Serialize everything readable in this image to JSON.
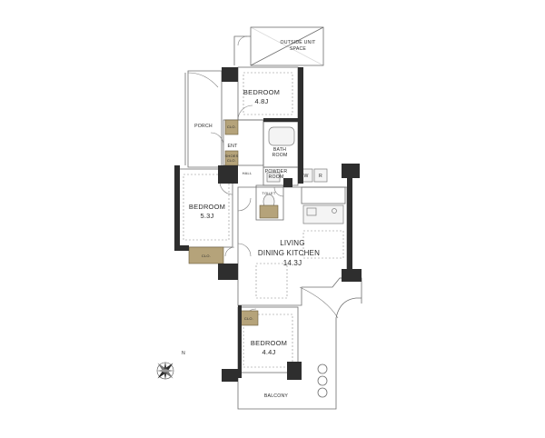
{
  "rooms": {
    "outside_unit": [
      "OUTSIDE UNIT",
      "SPACE"
    ],
    "bedroom_top": {
      "name": "BEDROOM",
      "size": "4.8J"
    },
    "porch": "PORCH",
    "ent": "ENT",
    "bath": [
      "BATH",
      "ROOM"
    ],
    "powder": [
      "POWDER",
      "ROOM"
    ],
    "hall": "HALL",
    "toilet": "TOILET",
    "w": "W",
    "r": "R",
    "bedroom_left": {
      "name": "BEDROOM",
      "size": "5.3J"
    },
    "ldk": {
      "line1": "LIVING",
      "line2": "DINING KITCHEN",
      "size": "14.3J"
    },
    "bedroom_bottom": {
      "name": "BEDROOM",
      "size": "4.4J"
    },
    "balcony": "BALCONY"
  },
  "storage": {
    "clo": "CLO.",
    "shoes": [
      "SHOES",
      "CLO."
    ]
  },
  "compass": {
    "label": "N"
  },
  "colors": {
    "wall": "#2e2e2e",
    "closet": "#b5a37a",
    "line": "#6e6e6e"
  }
}
